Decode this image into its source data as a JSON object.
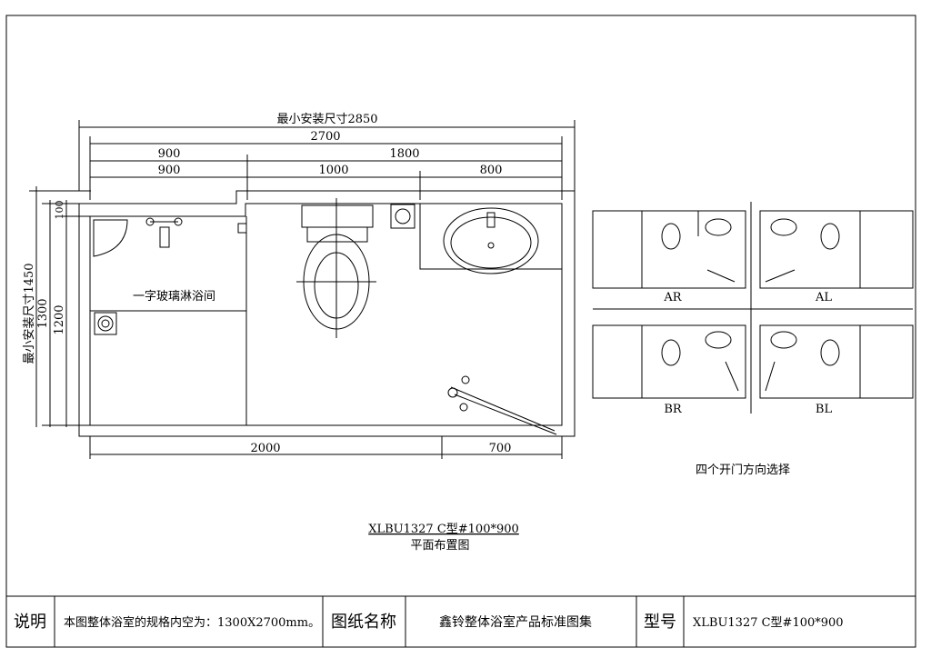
{
  "plan": {
    "dims": {
      "min_install_width": "最小安装尺寸2850",
      "total": "2700",
      "left_900_a": "900",
      "right_1800": "1800",
      "left_900_b": "900",
      "mid_1000": "1000",
      "right_800": "800",
      "bottom_2000": "2000",
      "bottom_700": "700",
      "min_install_height": "最小安装尺寸1450",
      "h_1300": "1300",
      "h_1200": "1200",
      "h_100": "100"
    },
    "shower_label": "一字玻璃淋浴间",
    "model": "XLBU1327 C型#100*900",
    "subtitle": "平面布置图"
  },
  "variants": {
    "labels": [
      "AR",
      "AL",
      "BR",
      "BL"
    ],
    "caption": "四个开门方向选择"
  },
  "title_block": {
    "note_label": "说明",
    "note_text": "本图整体浴室的规格内空为：1300X2700mm。",
    "drawing_name_label": "图纸名称",
    "drawing_name": "鑫铃整体浴室产品标准图集",
    "model_label": "型号",
    "model_value": "XLBU1327 C型#100*900"
  }
}
